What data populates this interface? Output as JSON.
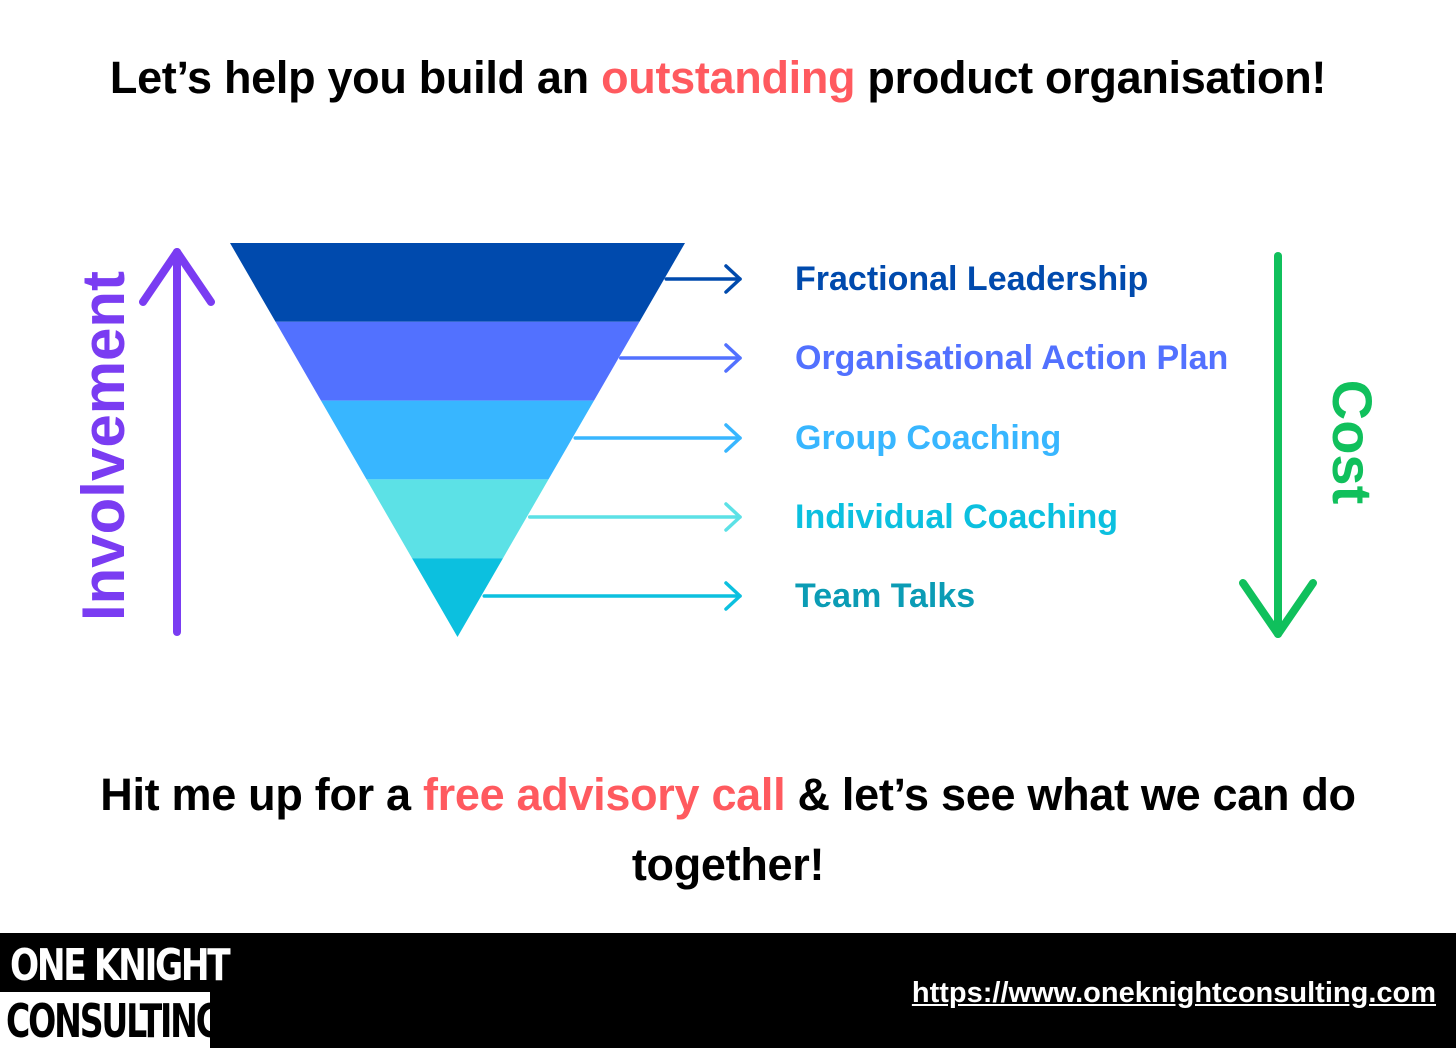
{
  "headline": {
    "prefix": "Let’s help you build an ",
    "highlight": "outstanding",
    "suffix": " product organisation!",
    "highlight_color": "#ff5a5f"
  },
  "funnel": {
    "tiers": [
      {
        "label": "Fractional Leadership",
        "fill": "#004aad",
        "text_color": "#004aad"
      },
      {
        "label": "Organisational Action Plan",
        "fill": "#5271ff",
        "text_color": "#5271ff"
      },
      {
        "label": "Group Coaching",
        "fill": "#38b6ff",
        "text_color": "#38b6ff"
      },
      {
        "label": "Individual Coaching",
        "fill": "#5ce1e6",
        "text_color": "#0cc0df"
      },
      {
        "label": "Team Talks",
        "fill": "#0cc0df",
        "text_color": "#0b9cb5"
      }
    ]
  },
  "axis_left": {
    "label": "Involvement",
    "color": "#7a3cf2",
    "direction": "up",
    "arrow_icon": "arrow-up-icon"
  },
  "axis_right": {
    "label": "Cost",
    "color": "#10c05c",
    "direction": "down",
    "arrow_icon": "arrow-down-icon"
  },
  "cta": {
    "prefix": "Hit me up for a ",
    "highlight": "free advisory call",
    "suffix": " & let’s see what we can do together!",
    "highlight_color": "#ff5a5f"
  },
  "footer": {
    "logo_line1": "ONE KNIGHT",
    "logo_line2": "CONSULTING",
    "url": "https://www.oneknightconsulting.com"
  }
}
